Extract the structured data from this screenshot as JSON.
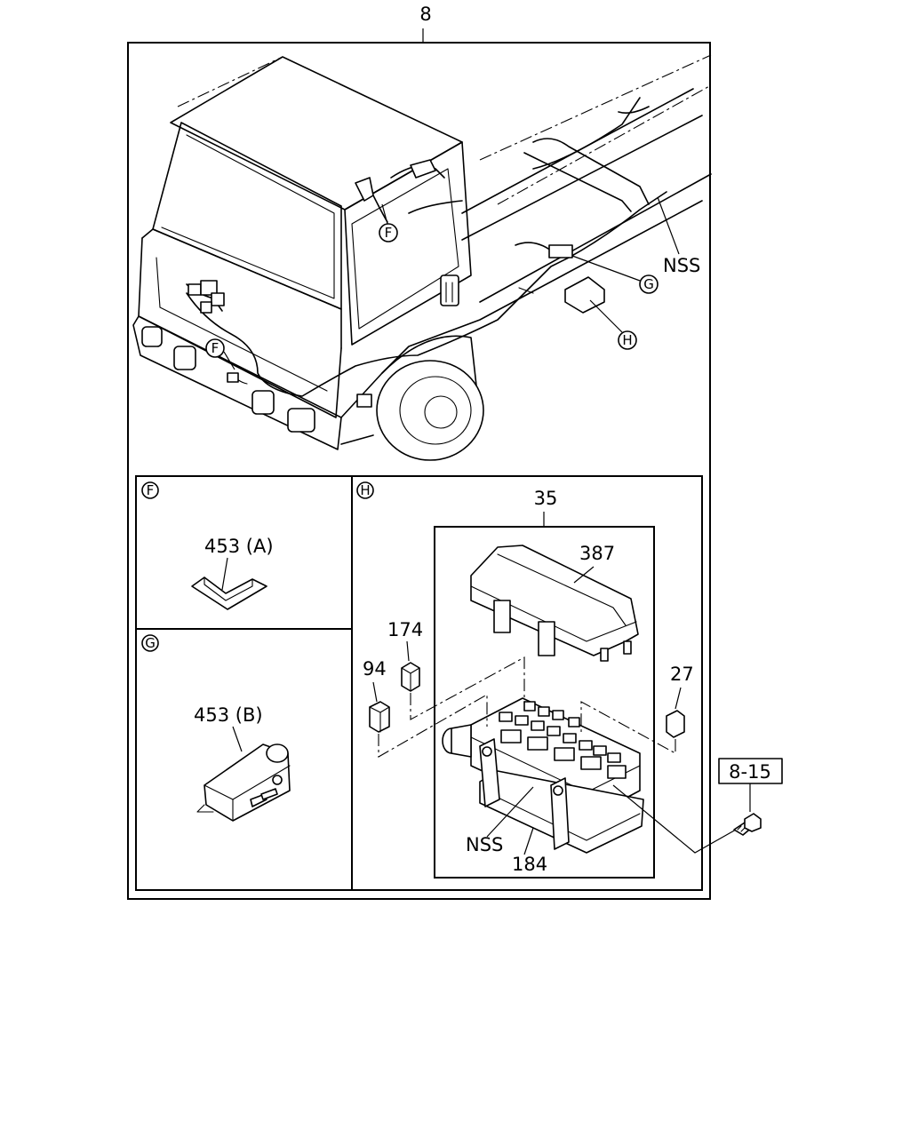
{
  "labels": {
    "assembly_number": "8",
    "nss_top": "NSS",
    "callout_f_main": "F",
    "callout_f_front": "F",
    "callout_g": "G",
    "callout_h": "H",
    "panel_f_tag": "F",
    "panel_g_tag": "G",
    "panel_h_tag": "H",
    "part_453a": "453 (A)",
    "part_453b": "453 (B)",
    "part_35": "35",
    "part_387": "387",
    "part_174": "174",
    "part_94": "94",
    "part_27": "27",
    "part_nss_box": "NSS",
    "part_184": "184",
    "ref_8_15": "8-15"
  }
}
